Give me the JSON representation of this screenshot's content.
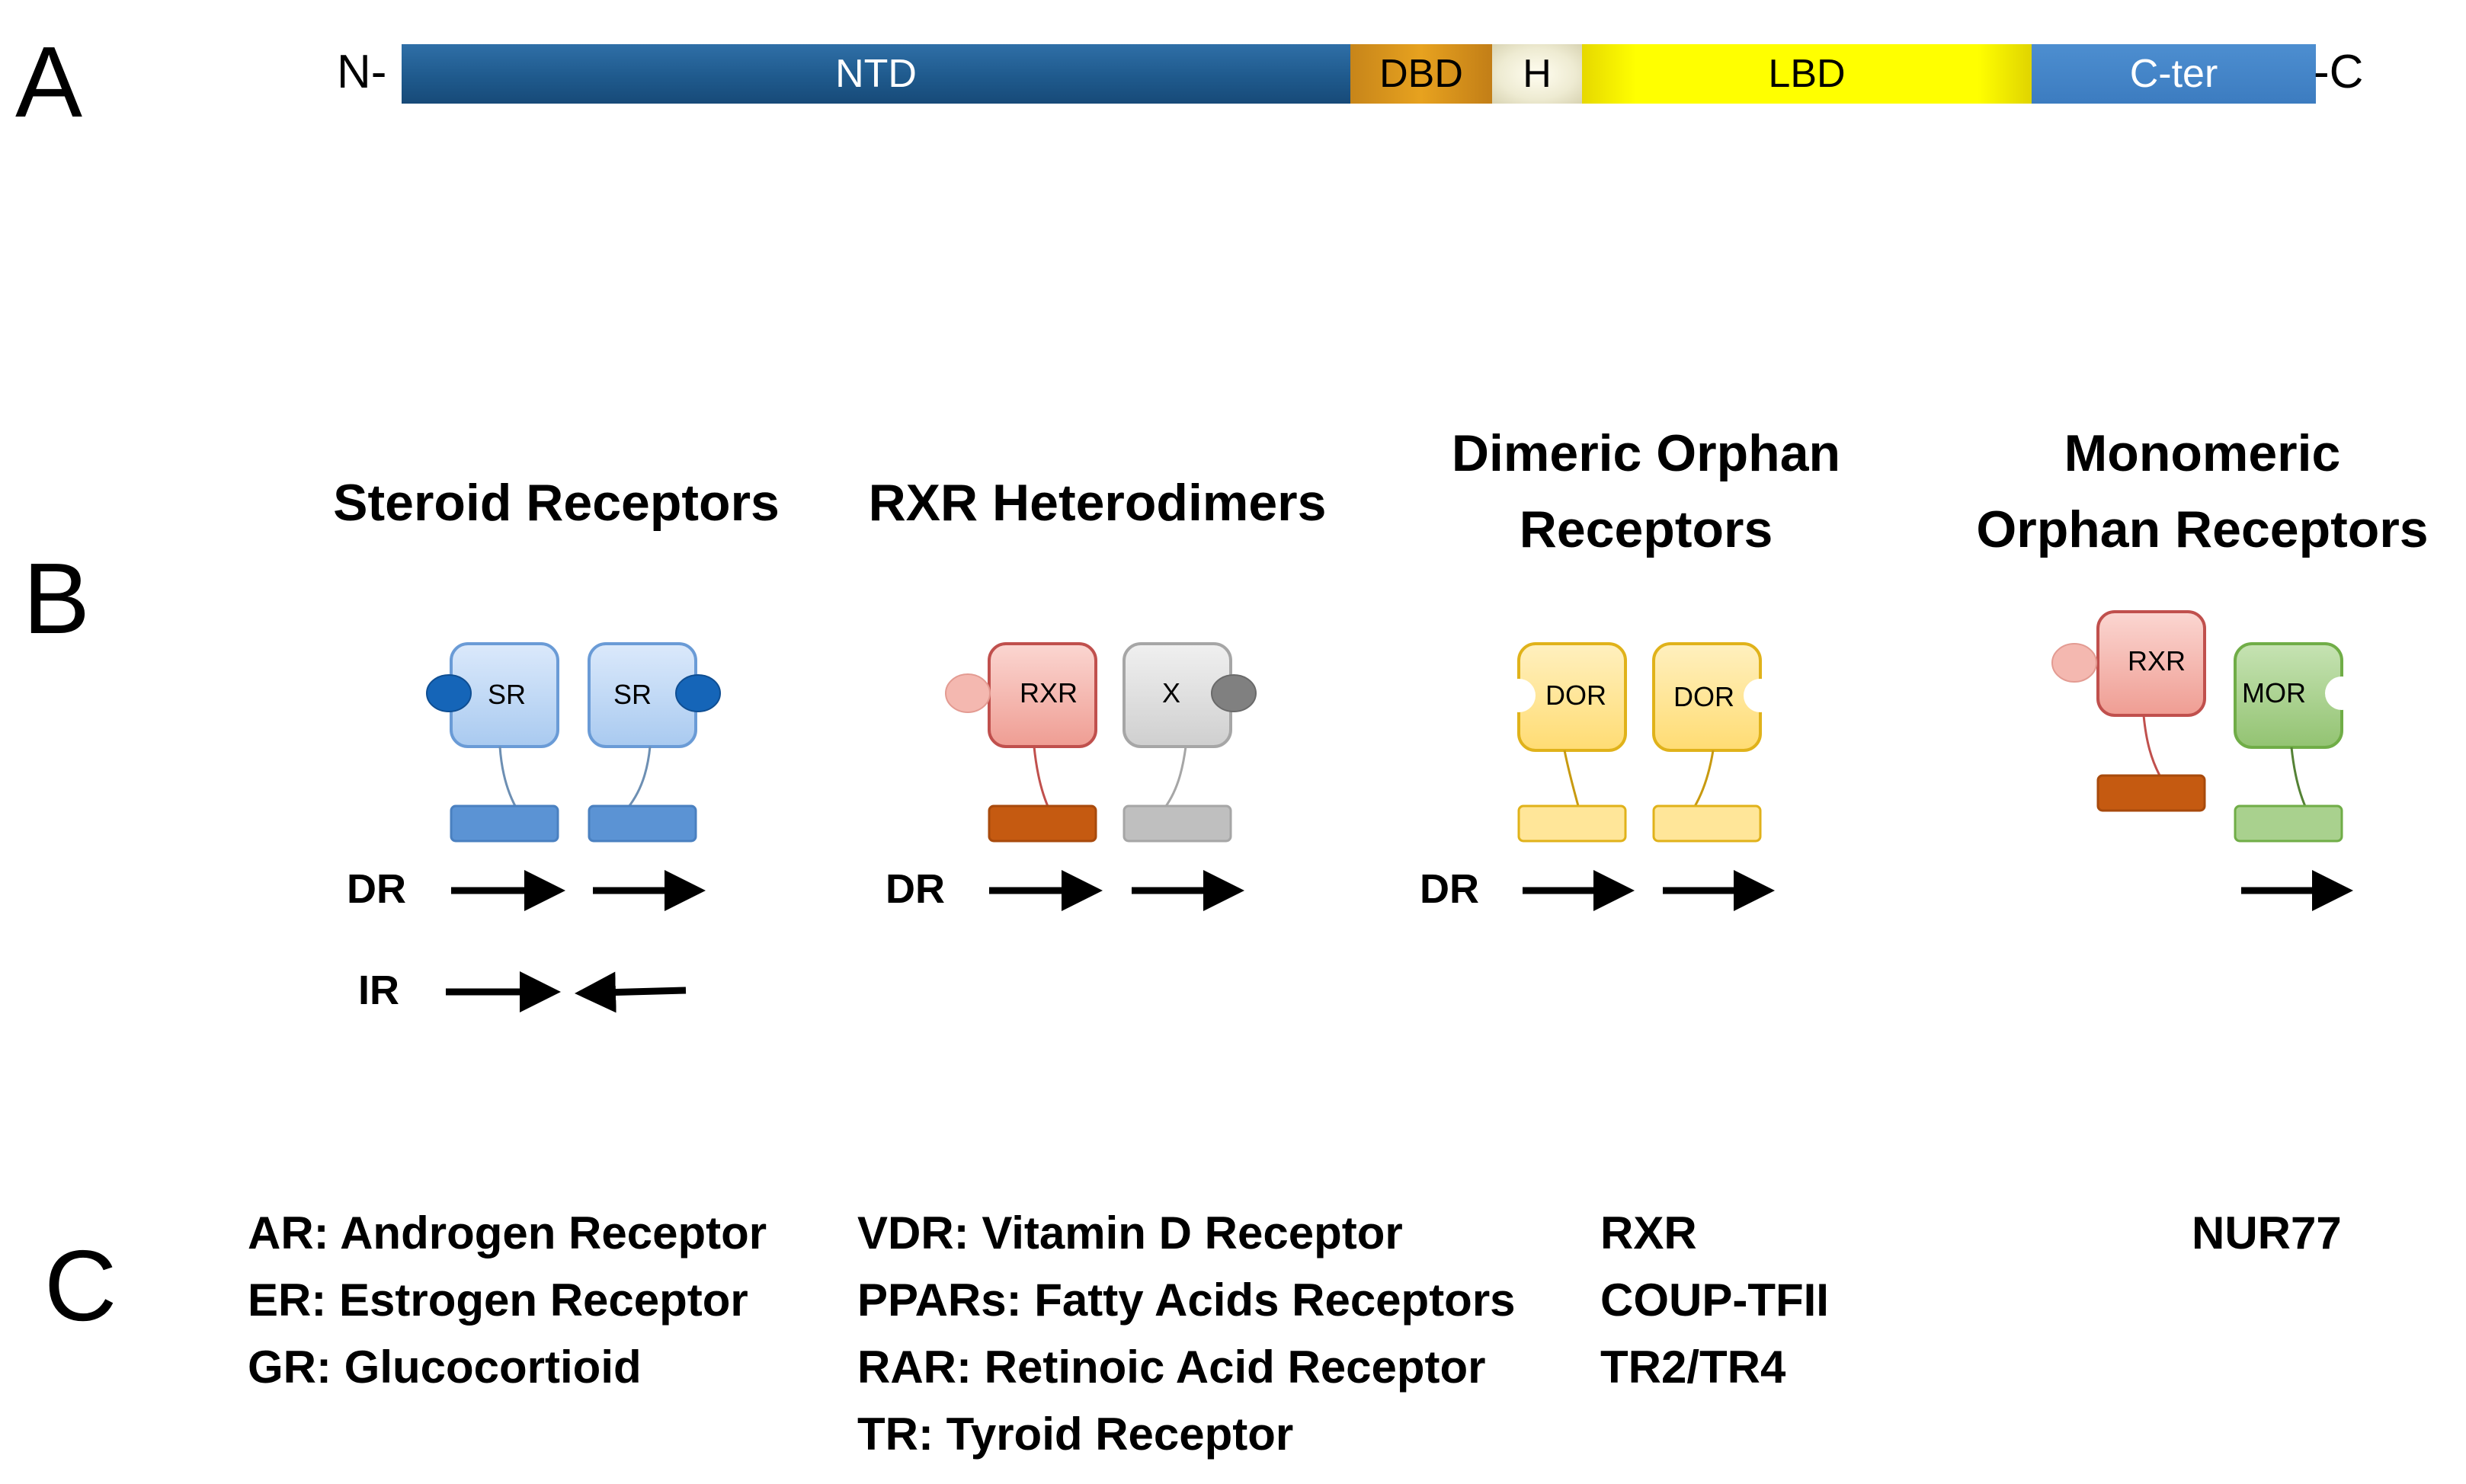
{
  "panelA": {
    "letter": "A",
    "n_terminus": "N-",
    "c_terminus": "-C",
    "domains": [
      "NTD",
      "DBD",
      "H",
      "LBD",
      "C-ter"
    ]
  },
  "panelB": {
    "letter": "B",
    "groups": [
      {
        "title_lines": [
          "Steroid Receptors"
        ],
        "receptors": [
          "SR",
          "SR"
        ],
        "elements": [
          "DR",
          "IR"
        ]
      },
      {
        "title_lines": [
          "RXR Heterodimers"
        ],
        "receptors": [
          "RXR",
          "X"
        ],
        "elements": [
          "DR"
        ]
      },
      {
        "title_lines": [
          "Dimeric Orphan",
          "Receptors"
        ],
        "receptors": [
          "DOR",
          "DOR"
        ],
        "elements": [
          "DR"
        ]
      },
      {
        "title_lines": [
          "Monomeric",
          "Orphan Receptors"
        ],
        "receptors": [
          "RXR",
          "MOR"
        ],
        "elements": []
      }
    ]
  },
  "panelC": {
    "letter": "C",
    "columns": [
      [
        "AR: Androgen  Receptor",
        "ER: Estrogen  Receptor",
        "GR: Glucocortioid"
      ],
      [
        "VDR: Vitamin  D Receptor",
        "PPARs: Fatty Acids Receptors",
        "RAR: Retinoic Acid Receptor",
        "TR: Tyroid  Receptor"
      ],
      [
        "RXR",
        "COUP-TFII",
        "TR2/TR4"
      ],
      [
        "NUR77"
      ]
    ]
  },
  "colors": {
    "sr_fill": "#bcd7f6",
    "sr_stroke": "#6a9bd6",
    "sr_ligand": "#1565b8",
    "sr_dbd": "#5b93d4",
    "rxr_fill": "#f5b5ad",
    "rxr_stroke": "#c0504d",
    "rxr_ligand": "#f4b8b0",
    "rxr_dbd": "#c55a11",
    "x_fill": "#dddddd",
    "x_stroke": "#a6a6a6",
    "x_ligand": "#808080",
    "x_dbd": "#bfbfbf",
    "dor_fill": "#ffe699",
    "dor_stroke": "#e0b21a",
    "dor_dbd": "#ffe699",
    "mor_fill": "#a9d18e",
    "mor_stroke": "#70ad47",
    "mor_dbd": "#a9d18e"
  }
}
